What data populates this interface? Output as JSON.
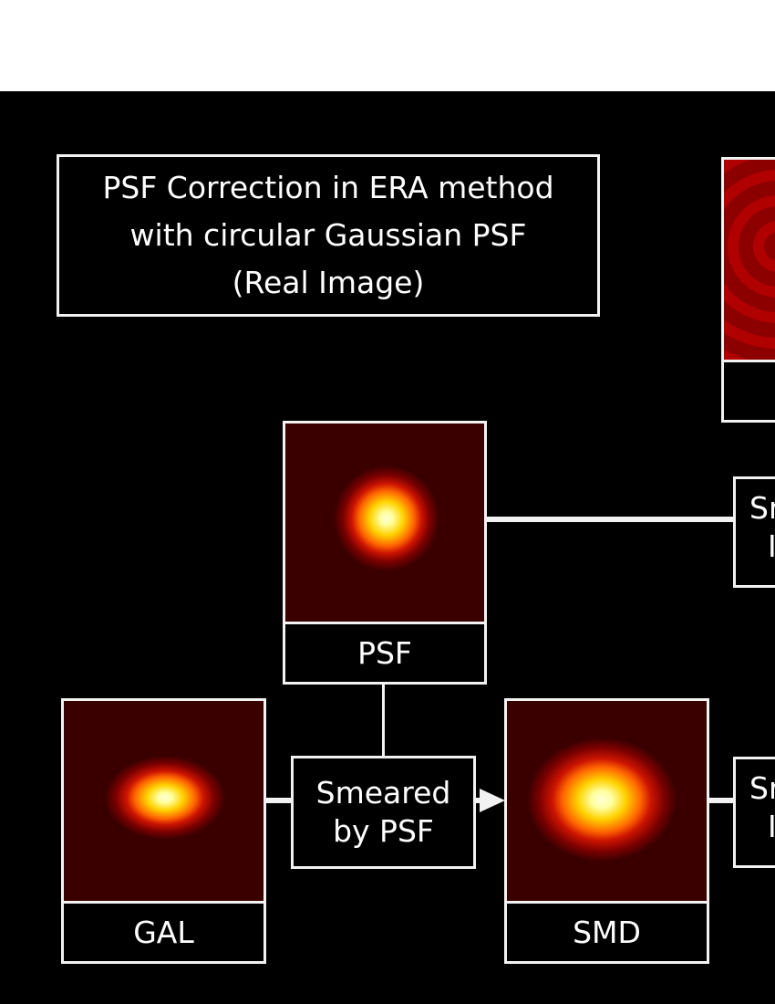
{
  "title": {
    "line1": "PSF Correction in ERA method",
    "line2": "with circular Gaussian PSF",
    "line3": "(Real Image)"
  },
  "panels": {
    "psf": {
      "caption": "PSF"
    },
    "gal": {
      "caption": "GAL"
    },
    "smd": {
      "caption": "SMD"
    }
  },
  "operation": {
    "line1": "Smeared",
    "line2": "by PSF"
  },
  "cut_off": {
    "upper_operation": {
      "line1": "Sr",
      "line2": "I"
    },
    "lower_operation": {
      "line1": "Sr",
      "line2": "I"
    }
  },
  "colors": {
    "background": "#000000",
    "border": "#f2f2f2",
    "text": "#ffffff",
    "heat_dark": "#250000",
    "heat_core": "#ffffa0"
  }
}
